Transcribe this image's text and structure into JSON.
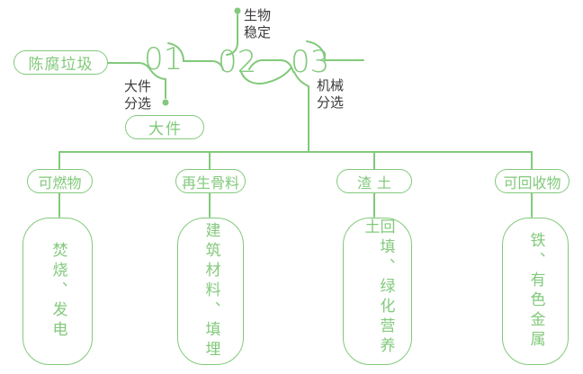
{
  "colors": {
    "accent_green": "#82C97B",
    "label_dark": "#3B3B3B",
    "background": "#FFFFFF"
  },
  "flow": {
    "source_label": "陈腐垃圾",
    "steps": [
      {
        "num": "01",
        "label": "大件\n分选"
      },
      {
        "num": "02",
        "label": "生物\n稳定"
      },
      {
        "num": "03",
        "label": "机械\n分选"
      }
    ],
    "bulky_pill": "大件"
  },
  "categories": [
    {
      "label": "可燃物",
      "output": "焚烧、发电"
    },
    {
      "label": "再生骨料",
      "output": "建筑材料、填埋"
    },
    {
      "label": "渣土",
      "output": "回填、绿化营养土"
    },
    {
      "label": "可回收物",
      "output": "铁、有色金属"
    }
  ]
}
